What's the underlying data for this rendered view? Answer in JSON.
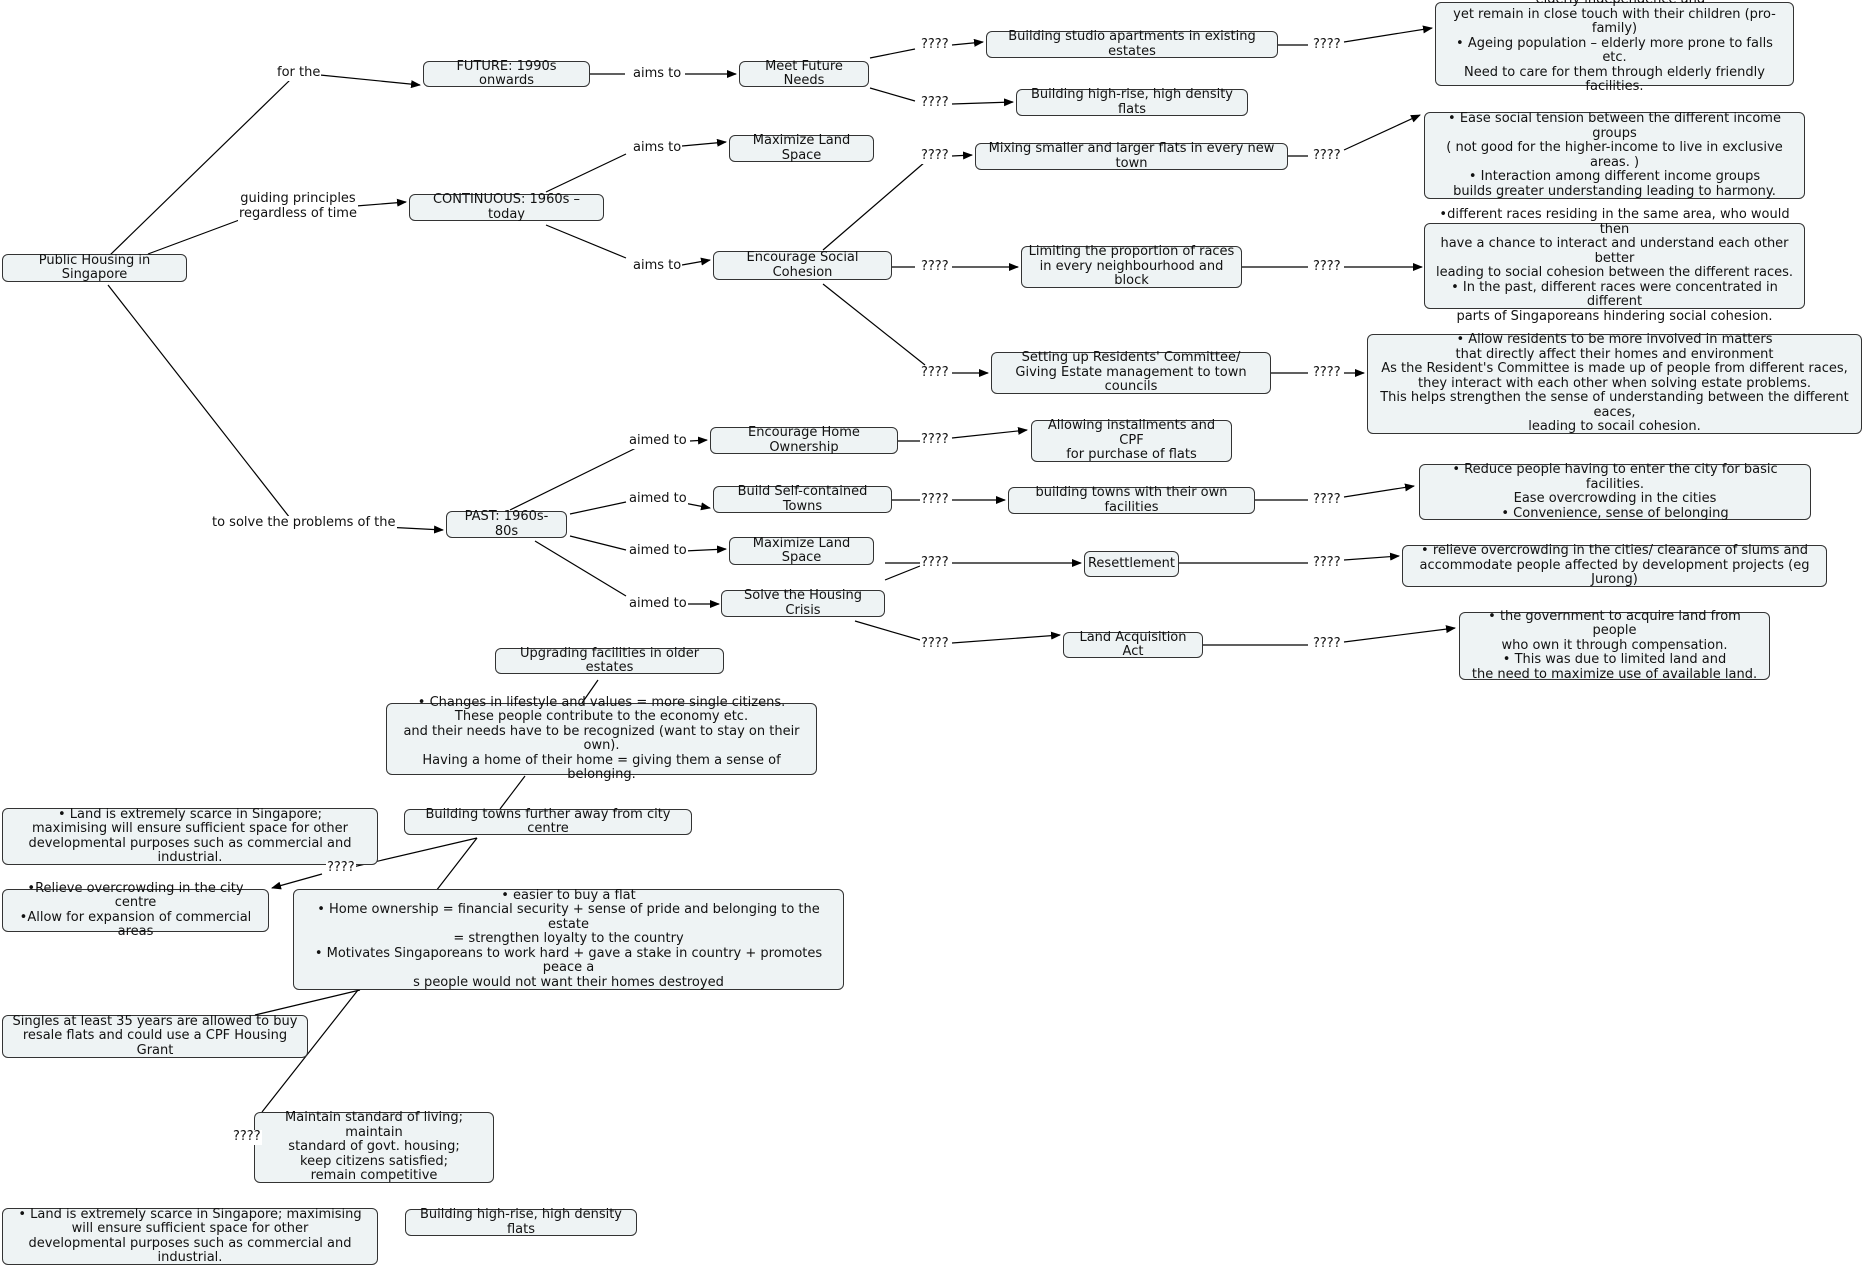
{
  "nodes": {
    "root": "Public Housing in Singapore",
    "future": "FUTURE: 1990s onwards",
    "continuous": "CONTINUOUS: 1960s – today",
    "past": "PAST: 1960s-80s",
    "meet_future": "Meet Future Needs",
    "max_land_1": "Maximize Land Space",
    "social_cohesion": "Encourage Social Cohesion",
    "home_ownership": "Encourage Home Ownership",
    "self_towns": "Build Self-contained Towns",
    "max_land_2": "Maximize Land Space",
    "housing_crisis": "Solve the Housing Crisis",
    "studio": "Building studio apartments in existing estates",
    "highrise_top": "Building high-rise, high density flats",
    "mixing": "Mixing smaller and larger flats in every new town",
    "limiting": "Limiting the proportion of races\nin every neighbourhood and block",
    "residents": "Setting up Residents' Committee/\nGiving Estate management to town councils",
    "installments": "Allowing installments and CPF\nfor purchase of flats",
    "own_facilities": "building towns with their own facilities",
    "resettlement": "Resettlement",
    "land_act": "Land Acquisition Act",
    "elderly": "•     elderly independence and\nyet remain in close touch with their children (pro-family)\n•    Ageing population – elderly more prone to falls etc.\nNeed to care for them through elderly friendly facilities.",
    "ease_tension": "•     Ease social tension between the different income groups\n( not good for the higher-income to live in exclusive areas. )\n•     Interaction among different income groups\nbuilds greater understanding leading to harmony.",
    "races": "•different races residing in the same area, who would then\nhave a chance to interact and understand each other better\nleading to social cohesion between the different races.\n• In the past, different races were concentrated in different\nparts of Singaporeans hindering social cohesion.",
    "involved": "•     Allow residents to be more involved in matters\nthat directly affect their homes and environment\nAs the Resident's Committee is made up of people from different races,\nthey interact with each other when solving estate problems.\nThis helps strengthen the sense of understanding between the different eaces,\nleading to socail cohesion.",
    "reduce_city": "•     Reduce people having to enter the city for basic facilities.\nEase overcrowding in the cities\n•     Convenience, sense of belonging",
    "relieve_slums": "• relieve overcrowding in the cities/ clearance of slums and\naccommodate people affected by development projects (eg Jurong)",
    "gov_acquire": "•     the government to acquire land from people\nwho own it through compensation.\n•     This was due to limited land and\nthe need to maximize use of available land.",
    "upgrading": "Upgrading facilities in older estates",
    "lifestyle": "•     Changes in lifestyle and values = more single citizens.\nThese people contribute to the economy etc.\nand their needs have to be recognized (want to stay on their own).\nHaving a home of their home = giving them a sense of belonging.",
    "land_scarce_1": "•     Land is extremely scarce in Singapore;\nmaximising will ensure sufficient space  for other\ndevelopmental purposes such as commercial and industrial.",
    "towns_further": "Building towns further away from city centre",
    "relieve_city": "•Relieve overcrowding in the city centre\n•Allow for expansion of commercial areas",
    "easier_buy": "•     easier to buy a flat\n•     Home ownership = financial security + sense of pride and belonging to the estate\n= strengthen loyalty to the country\n•     Motivates Singaporeans to work hard + gave a stake in country + promotes peace a\ns people would not want their homes destroyed",
    "singles": "Singles at least 35 years are allowed to buy\nresale flats and could use a CPF Housing Grant",
    "maintain": "Maintain standard of living; maintain\nstandard of govt. housing;\nkeep citizens satisfied;\nremain competitive",
    "land_scarce_2": "•     Land is extremely scarce in Singapore; maximising\nwill ensure sufficient space  for other\ndevelopmental purposes such as commercial and industrial.",
    "highrise_bottom": "Building high-rise, high density flats"
  },
  "labels": {
    "for_the": "for the",
    "guiding": "guiding principles\nregardless of time",
    "to_solve": "to solve the problems of the",
    "aims_to": "aims to",
    "aimed_to": "aimed to",
    "q": "????"
  }
}
